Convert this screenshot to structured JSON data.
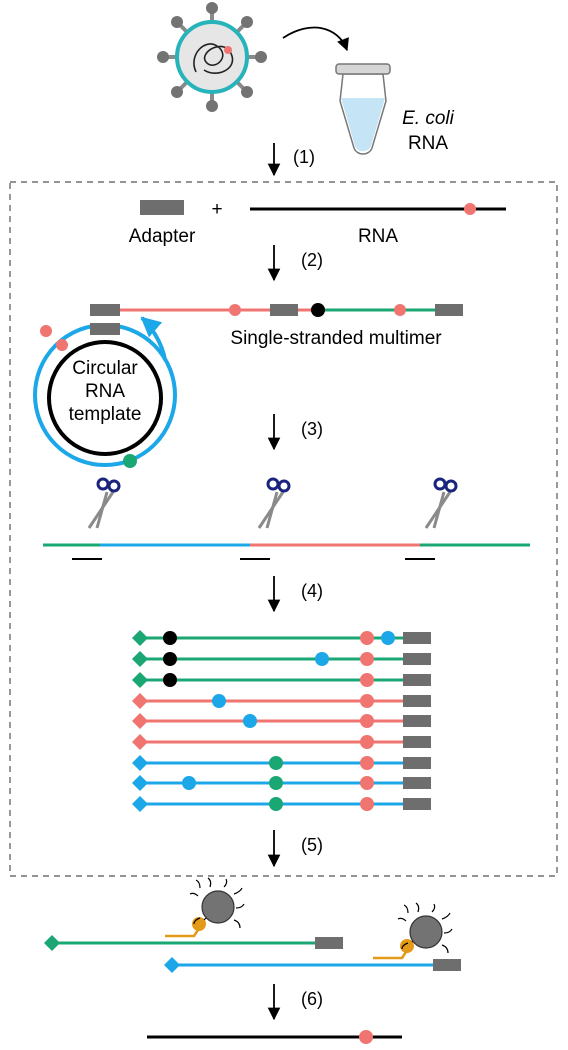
{
  "labels": {
    "ecoli": "E. coli",
    "rna_tube": "RNA",
    "adapter": "Adapter",
    "plus": "+",
    "rna": "RNA",
    "multimer": "Single-stranded multimer",
    "circular_line1": "Circular",
    "circular_line2": "RNA",
    "circular_line3": "template"
  },
  "steps": [
    "(1)",
    "(2)",
    "(3)",
    "(4)",
    "(5)",
    "(6)"
  ],
  "colors": {
    "black": "#000000",
    "green": "#1aa774",
    "red": "#f07470",
    "blue": "#1ca7e8",
    "gray": "#6e6e6e",
    "orange": "#e39a19",
    "teal": "#27b3ba",
    "tube_liquid": "#c5e4f6"
  },
  "icons": [
    "virus-icon",
    "tube-icon",
    "scissors-icon",
    "bead-icon",
    "probe-icon"
  ]
}
